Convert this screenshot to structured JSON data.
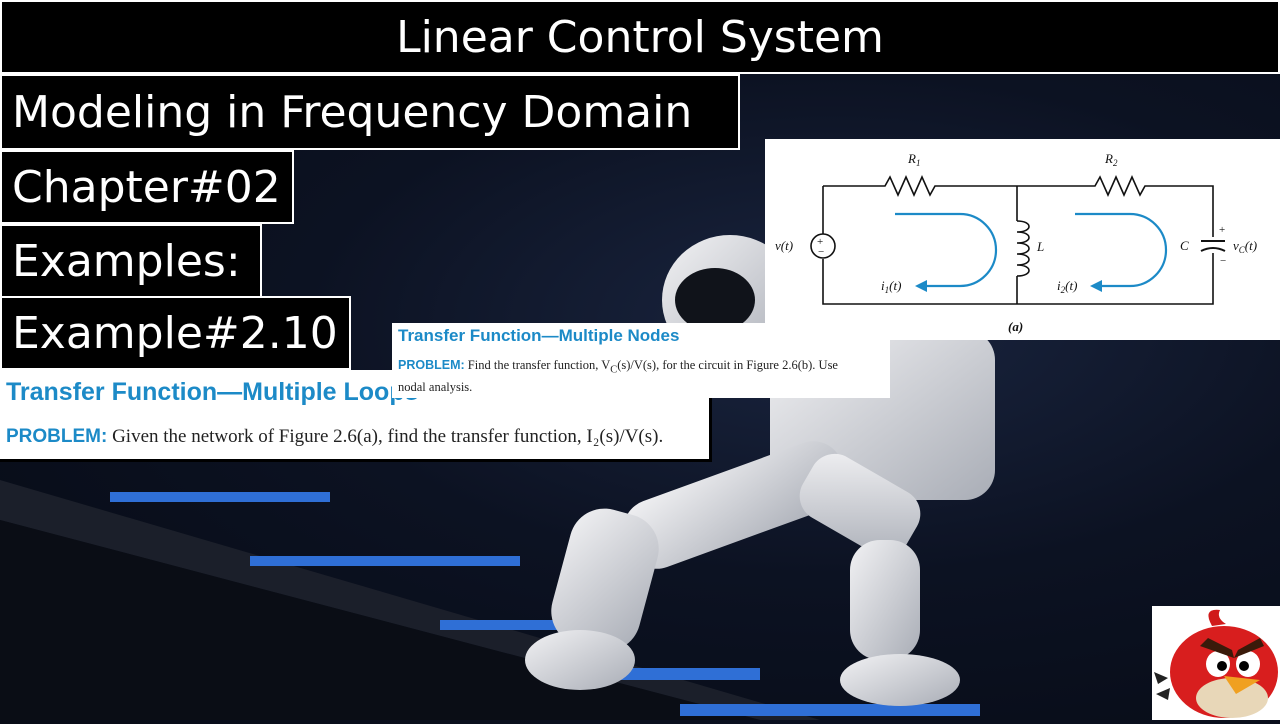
{
  "header": {
    "title": "Linear Control System"
  },
  "labels": {
    "topic": "Modeling in Frequency Domain",
    "chapter": "Chapter#02",
    "examples": "Examples:",
    "example": "Example#2.10"
  },
  "card_loops": {
    "title": "Transfer Function—Multiple Loops",
    "problem_label": "PROBLEM:",
    "problem_text": "Given the network of Figure 2.6(a), find the transfer function, I₂(s)/V(s)."
  },
  "card_nodes": {
    "title": "Transfer Function—Multiple Nodes",
    "problem_label": "PROBLEM:",
    "problem_text_1": "Find the transfer function, V",
    "problem_sub": "C",
    "problem_text_2": "(s)/V(s), for the circuit in Figure 2.6(b). Use",
    "problem_text_3": "nodal analysis."
  },
  "circuit": {
    "r1": "R",
    "r1_sub": "1",
    "r2": "R",
    "r2_sub": "2",
    "source": "v(t)",
    "inductor": "L",
    "capacitor": "C",
    "vc": "v",
    "vc_sub": "C",
    "vc_end": "(t)",
    "i1": "i",
    "i1_sub": "1",
    "i1_end": "(t)",
    "i2": "i",
    "i2_sub": "2",
    "i2_end": "(t)",
    "plus": "+",
    "minus": "−",
    "caption": "(a)"
  },
  "colors": {
    "accent": "#1c8ac7",
    "stair": "#2f6fd6"
  }
}
